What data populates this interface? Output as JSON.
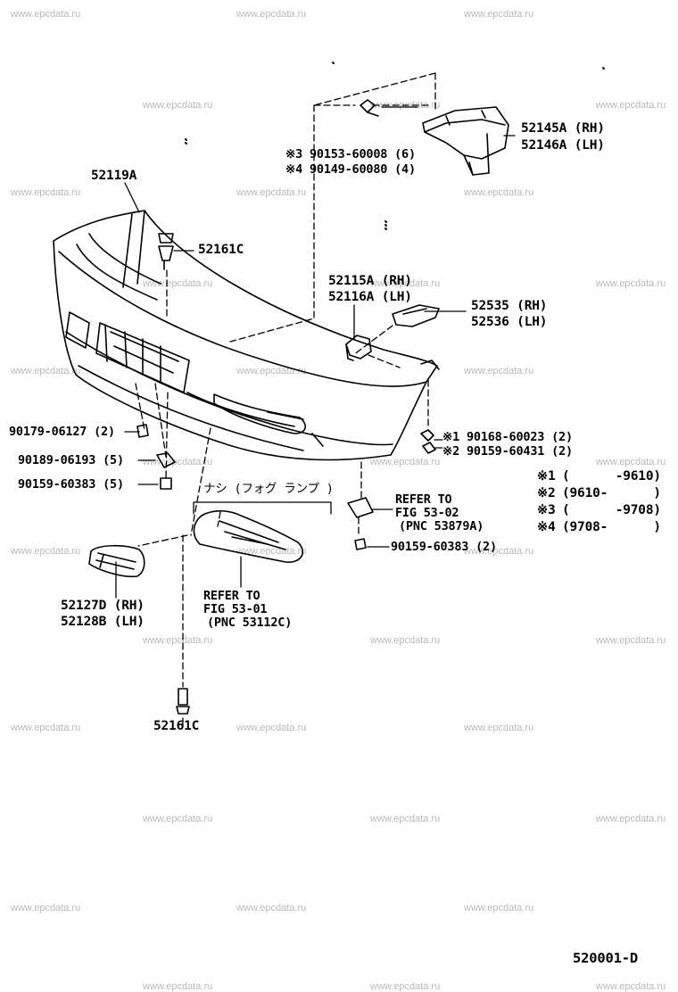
{
  "watermark": "www.epcdata.ru",
  "diagram_code": "520001-D",
  "labels": {
    "bumper_cover": "52119A",
    "retainer_top": "52161C",
    "retainer_bottom": "52161C",
    "support_rh": "52145A (RH)",
    "support_lh": "52146A (LH)",
    "bolt_note3": "※3 90153-60008 (6)",
    "bolt_note4": "※4 90149-60080 (4)",
    "spacer_rh": "52115A (RH)",
    "spacer_lh": "52116A (LH)",
    "bracket_rh": "52535 (RH)",
    "bracket_lh": "52536 (LH)",
    "screw_note1": "※1 90168-60023 (2)",
    "screw_note2": "※2 90159-60431 (2)",
    "nut_90179": "90179-06127 (2)",
    "clip_90189": "90189-06193 (5)",
    "screw_90159_left": "90159-60383 (5)",
    "screw_90159_right": "90159-60383 (2)",
    "fog_none": "ナシ (フォグ ランプ )",
    "refer_fig53_02_l1": "REFER TO",
    "refer_fig53_02_l2": "FIG 53-02",
    "refer_fig53_02_l3": "(PNC 53879A)",
    "refer_fig53_01_l1": "REFER TO",
    "refer_fig53_01_l2": "FIG 53-01",
    "refer_fig53_01_l3": "(PNC 53112C)",
    "cover_rh": "52127D (RH)",
    "cover_lh": "52128B (LH)"
  },
  "legend": [
    {
      "mark": "※1",
      "text": "(      -9610)"
    },
    {
      "mark": "※2",
      "text": "(9610-      )"
    },
    {
      "mark": "※3",
      "text": "(      -9708)"
    },
    {
      "mark": "※4",
      "text": "(9708-      )"
    }
  ]
}
